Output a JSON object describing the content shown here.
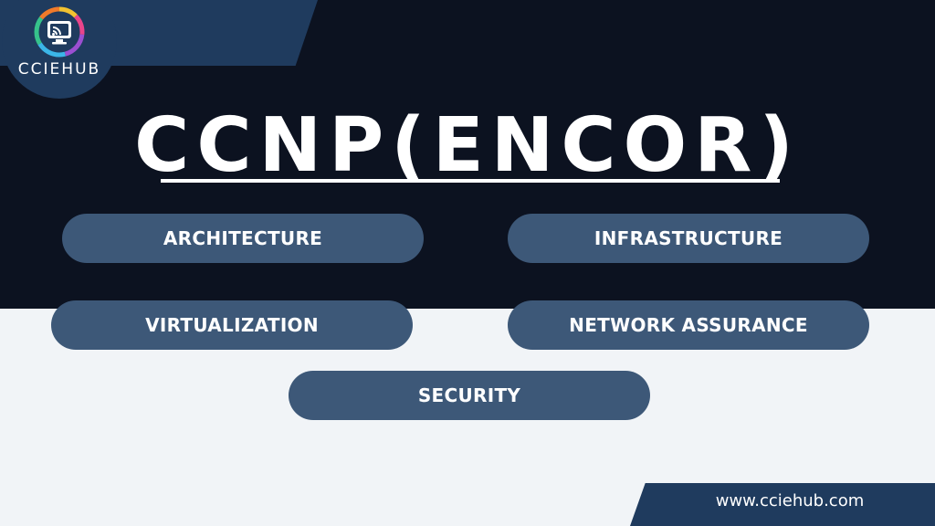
{
  "brand": {
    "name": "CCIEHUB",
    "logo_icon": "screen-broadcast-icon"
  },
  "title": "CCNP(ENCOR)",
  "topics": [
    {
      "label": "ARCHITECTURE"
    },
    {
      "label": "INFRASTRUCTURE"
    },
    {
      "label": "VIRTUALIZATION"
    },
    {
      "label": "NETWORK ASSURANCE"
    },
    {
      "label": "SECURITY"
    }
  ],
  "footer": {
    "url": "www.cciehub.com"
  },
  "colors": {
    "dark_background": "#0c1220",
    "light_background": "#f1f4f7",
    "ribbon": "#1f3b5e",
    "pill": "#3d5878",
    "text": "#ffffff"
  }
}
